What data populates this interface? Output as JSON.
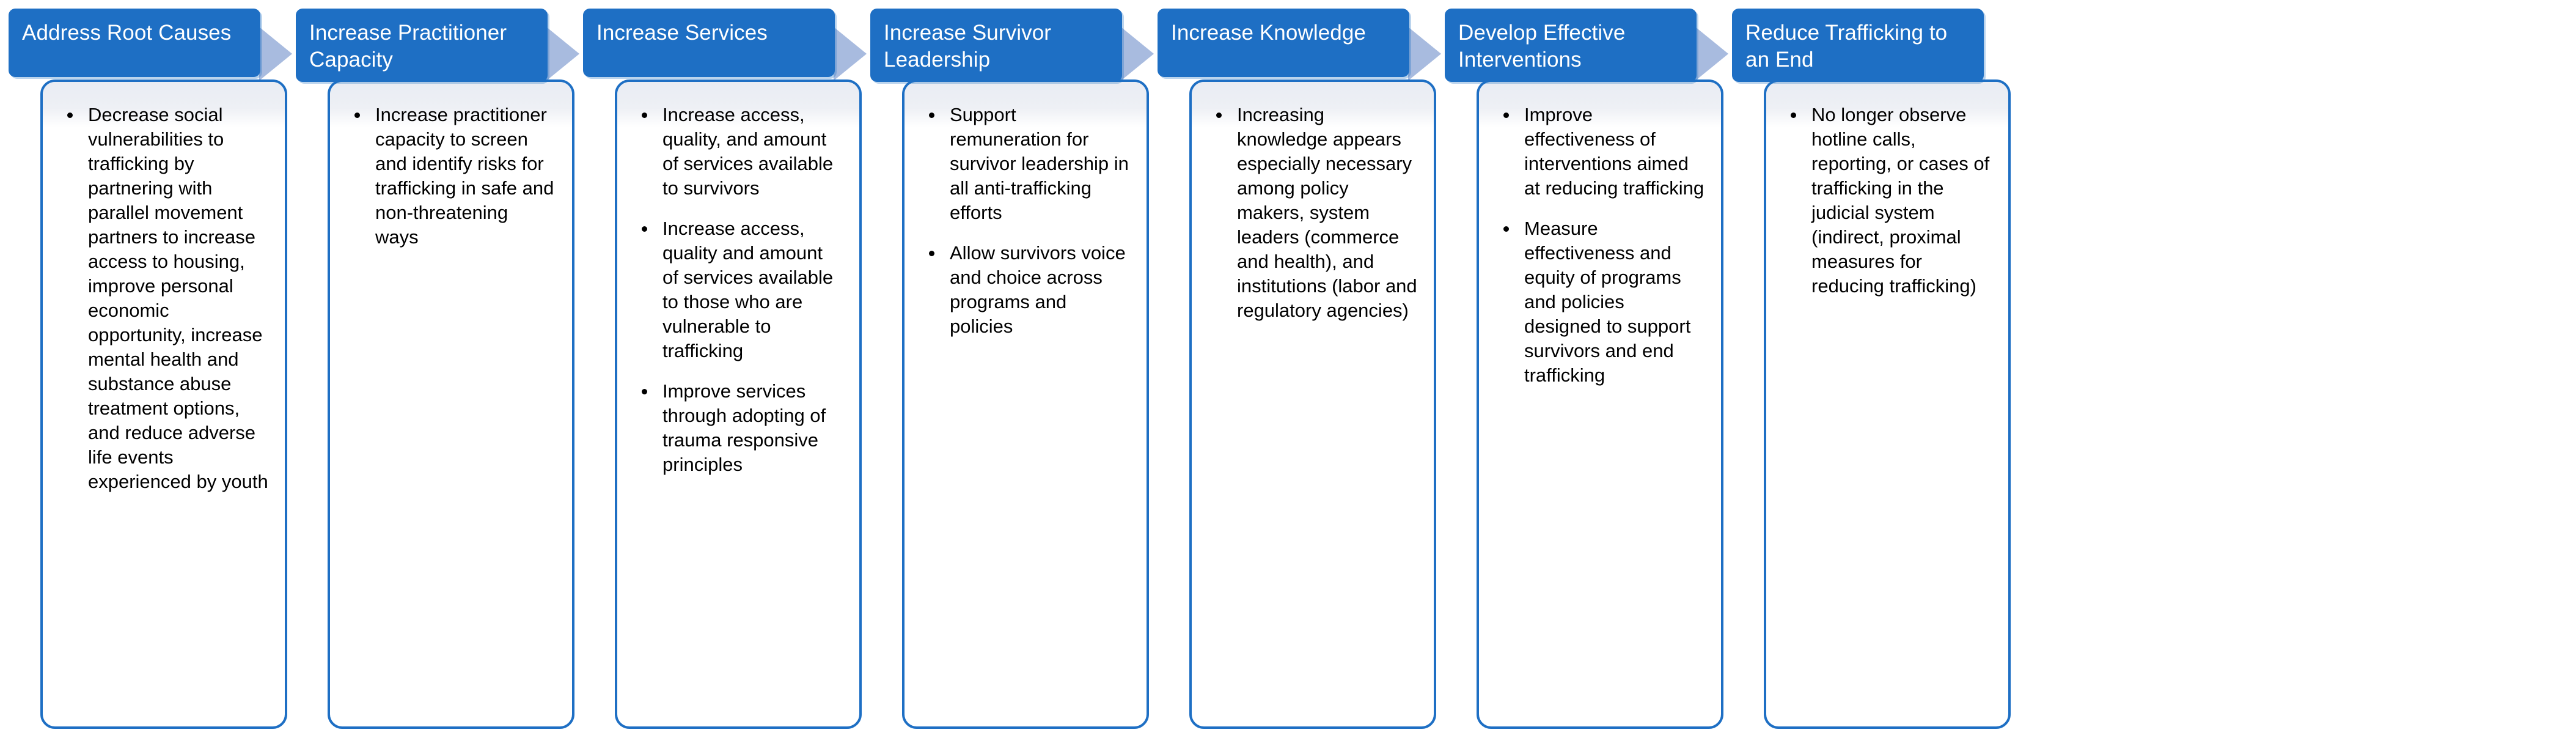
{
  "diagram": {
    "type": "process-flow",
    "orientation": "left-to-right",
    "stage_count": 7,
    "colors": {
      "header_fill": "#1E6FC4",
      "header_text": "#FFFFFF",
      "card_border": "#1E6FC4",
      "card_fill": "#FFFFFF",
      "card_top_band": "#E9ECF3",
      "arrow_fill": "#A8BBDF",
      "body_text": "#000000"
    },
    "arrow_icon_name": "right-block-arrow"
  },
  "stages": [
    {
      "id": "address-root-causes",
      "header": "Address Root Causes",
      "bullets": [
        "Decrease social vulnerabilities to trafficking by partnering with parallel movement partners to increase access to housing, improve personal economic opportunity, increase mental health and substance abuse treatment options, and reduce adverse life events experienced by youth"
      ]
    },
    {
      "id": "increase-practitioner-capacity",
      "header": "Increase Practitioner Capacity",
      "bullets": [
        "Increase practitioner capacity to screen and identify risks for trafficking in safe and non-threatening ways"
      ]
    },
    {
      "id": "increase-services",
      "header": "Increase Services",
      "bullets": [
        "Increase access, quality, and amount of services available to survivors",
        "Increase access, quality and amount of services available to those who are vulnerable to trafficking",
        "Improve services through adopting of trauma responsive principles"
      ]
    },
    {
      "id": "increase-survivor-leadership",
      "header": "Increase Survivor Leadership",
      "bullets": [
        "Support remuneration for survivor leadership in all anti-trafficking efforts",
        "Allow survivors voice and choice across programs and policies"
      ]
    },
    {
      "id": "increase-knowledge",
      "header": "Increase Knowledge",
      "bullets": [
        "Increasing knowledge appears especially necessary among policy makers, system leaders (commerce and health), and institutions (labor and regulatory agencies)"
      ]
    },
    {
      "id": "develop-effective-interventions",
      "header": "Develop Effective Interventions",
      "bullets": [
        "Improve effectiveness of interventions aimed at reducing trafficking",
        "Measure effectiveness and equity of programs and policies designed to support survivors and end trafficking"
      ]
    },
    {
      "id": "reduce-trafficking-to-an-end",
      "header": "Reduce Trafficking to an End",
      "bullets": [
        "No longer observe hotline calls, reporting, or cases of trafficking in the judicial system (indirect, proximal measures for reducing trafficking)"
      ]
    }
  ]
}
